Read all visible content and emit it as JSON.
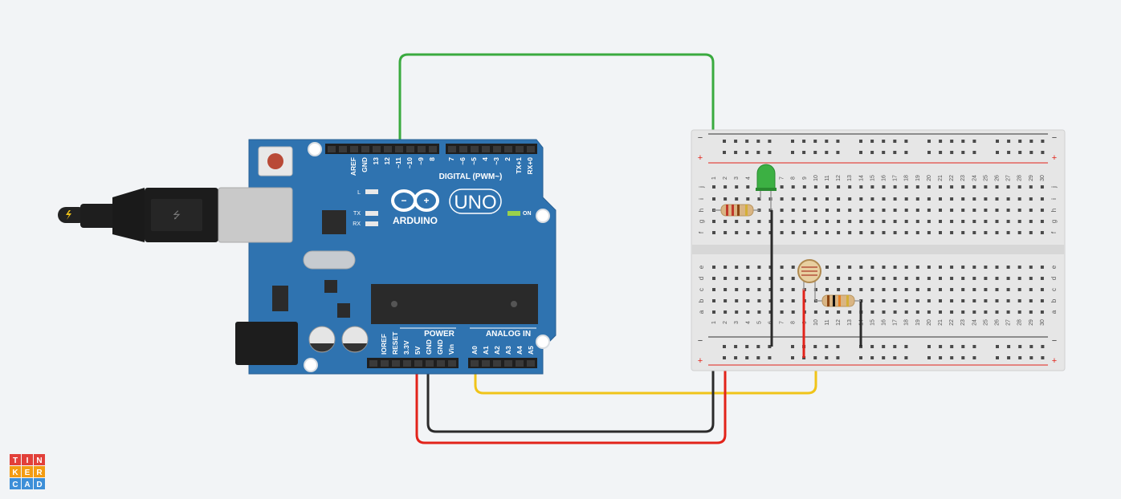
{
  "arduino": {
    "brand": "ARDUINO",
    "model": "UNO",
    "digital_header_label": "DIGITAL (PWM~)",
    "digital_pins": [
      "AREF",
      "GND",
      "13",
      "12",
      "~11",
      "~10",
      "~9",
      "8",
      "7",
      "~6",
      "~5",
      "4",
      "~3",
      "2",
      "TX+1",
      "RX+0"
    ],
    "power_label": "POWER",
    "power_pins": [
      "IOREF",
      "RESET",
      "3.3V",
      "5V",
      "GND",
      "GND",
      "Vin"
    ],
    "analog_label": "ANALOG IN",
    "analog_pins": [
      "A0",
      "A1",
      "A2",
      "A3",
      "A4",
      "A5"
    ],
    "led_labels": [
      "L",
      "TX",
      "RX"
    ],
    "on_label": "ON"
  },
  "breadboard": {
    "columns": [
      "1",
      "2",
      "3",
      "4",
      "5",
      "6",
      "7",
      "8",
      "9",
      "10",
      "11",
      "12",
      "13",
      "14",
      "15",
      "16",
      "17",
      "18",
      "19",
      "20",
      "21",
      "22",
      "23",
      "24",
      "25",
      "26",
      "27",
      "28",
      "29",
      "30"
    ],
    "top_rows": [
      "j",
      "i",
      "h",
      "g",
      "f"
    ],
    "bottom_rows": [
      "e",
      "d",
      "c",
      "b",
      "a"
    ],
    "rail_minus": "−",
    "rail_plus": "+"
  },
  "logo": {
    "letters": [
      "T",
      "I",
      "N",
      "K",
      "E",
      "R",
      "C",
      "A",
      "D"
    ]
  },
  "colors": {
    "background": "#f2f4f6",
    "board": "#2f73b0",
    "wire_green": "#3aaa3f",
    "wire_yellow": "#f0c419",
    "wire_red": "#e2231a",
    "wire_black": "#2b2b2b"
  }
}
